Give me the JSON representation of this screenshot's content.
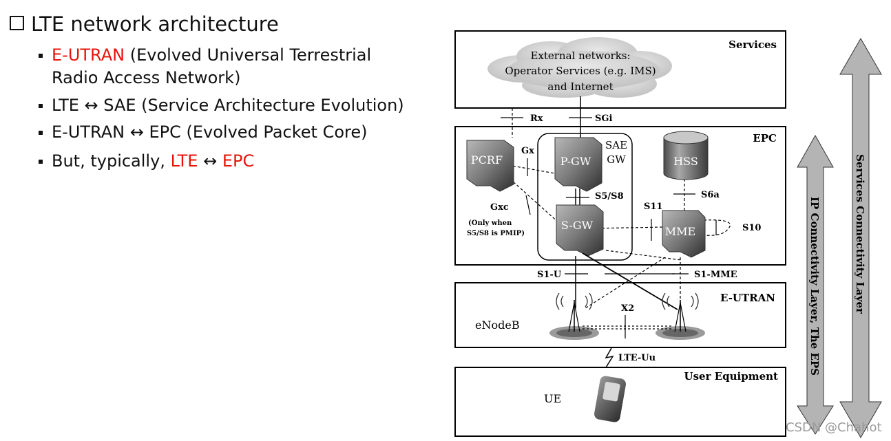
{
  "slide": {
    "heading": "LTE network architecture",
    "bullets": [
      {
        "parts": [
          {
            "t": "E-UTRAN",
            "red": true
          },
          {
            "t": " (Evolved Universal Terrestrial",
            "red": false
          }
        ],
        "line2": "Radio Access Network)"
      },
      {
        "parts": [
          {
            "t": "LTE ↔ SAE (Service Architecture Evolution)",
            "red": false
          }
        ]
      },
      {
        "parts": [
          {
            "t": "E-UTRAN ↔ EPC (Evolved Packet Core)",
            "red": false
          }
        ]
      },
      {
        "parts": [
          {
            "t": "But, typically, ",
            "red": false
          },
          {
            "t": "LTE",
            "red": true
          },
          {
            "t": " ↔ ",
            "red": false
          },
          {
            "t": "EPC",
            "red": true
          }
        ]
      }
    ]
  },
  "diagram": {
    "layers": {
      "services": "Services",
      "epc": "EPC",
      "eutran": "E-UTRAN",
      "ue": "User Equipment"
    },
    "cloud_lines": [
      "External networks:",
      "Operator Services (e.g. IMS)",
      "and Internet"
    ],
    "nodes": {
      "pcrf": "PCRF",
      "pgw": "P-GW",
      "sgw": "S-GW",
      "hss": "HSS",
      "mme": "MME",
      "sae_gw_line1": "SAE",
      "sae_gw_line2": "GW",
      "enodeb": "eNodeB",
      "ue": "UE"
    },
    "interfaces": {
      "rx": "Rx",
      "sgi": "SGi",
      "gx": "Gx",
      "gxc": "Gxc",
      "gxc_note1": "(Only when",
      "gxc_note2": "S5/S8 is PMIP)",
      "s5s8": "S5/S8",
      "s6a": "S6a",
      "s11": "S11",
      "s10": "S10",
      "s1u": "S1-U",
      "s1mme": "S1-MME",
      "x2": "X2",
      "lteuu": "LTE-Uu"
    },
    "side_labels": {
      "ip_connectivity": "IP Connectivity Layer, The EPS",
      "services_connectivity": "Services Connectivity Layer"
    }
  },
  "watermark": "CSDN @Chahot",
  "colors": {
    "accent_red": "#e8140a",
    "node_gray": "#8a8a8a",
    "arrow_gray": "#b4b4b4"
  }
}
